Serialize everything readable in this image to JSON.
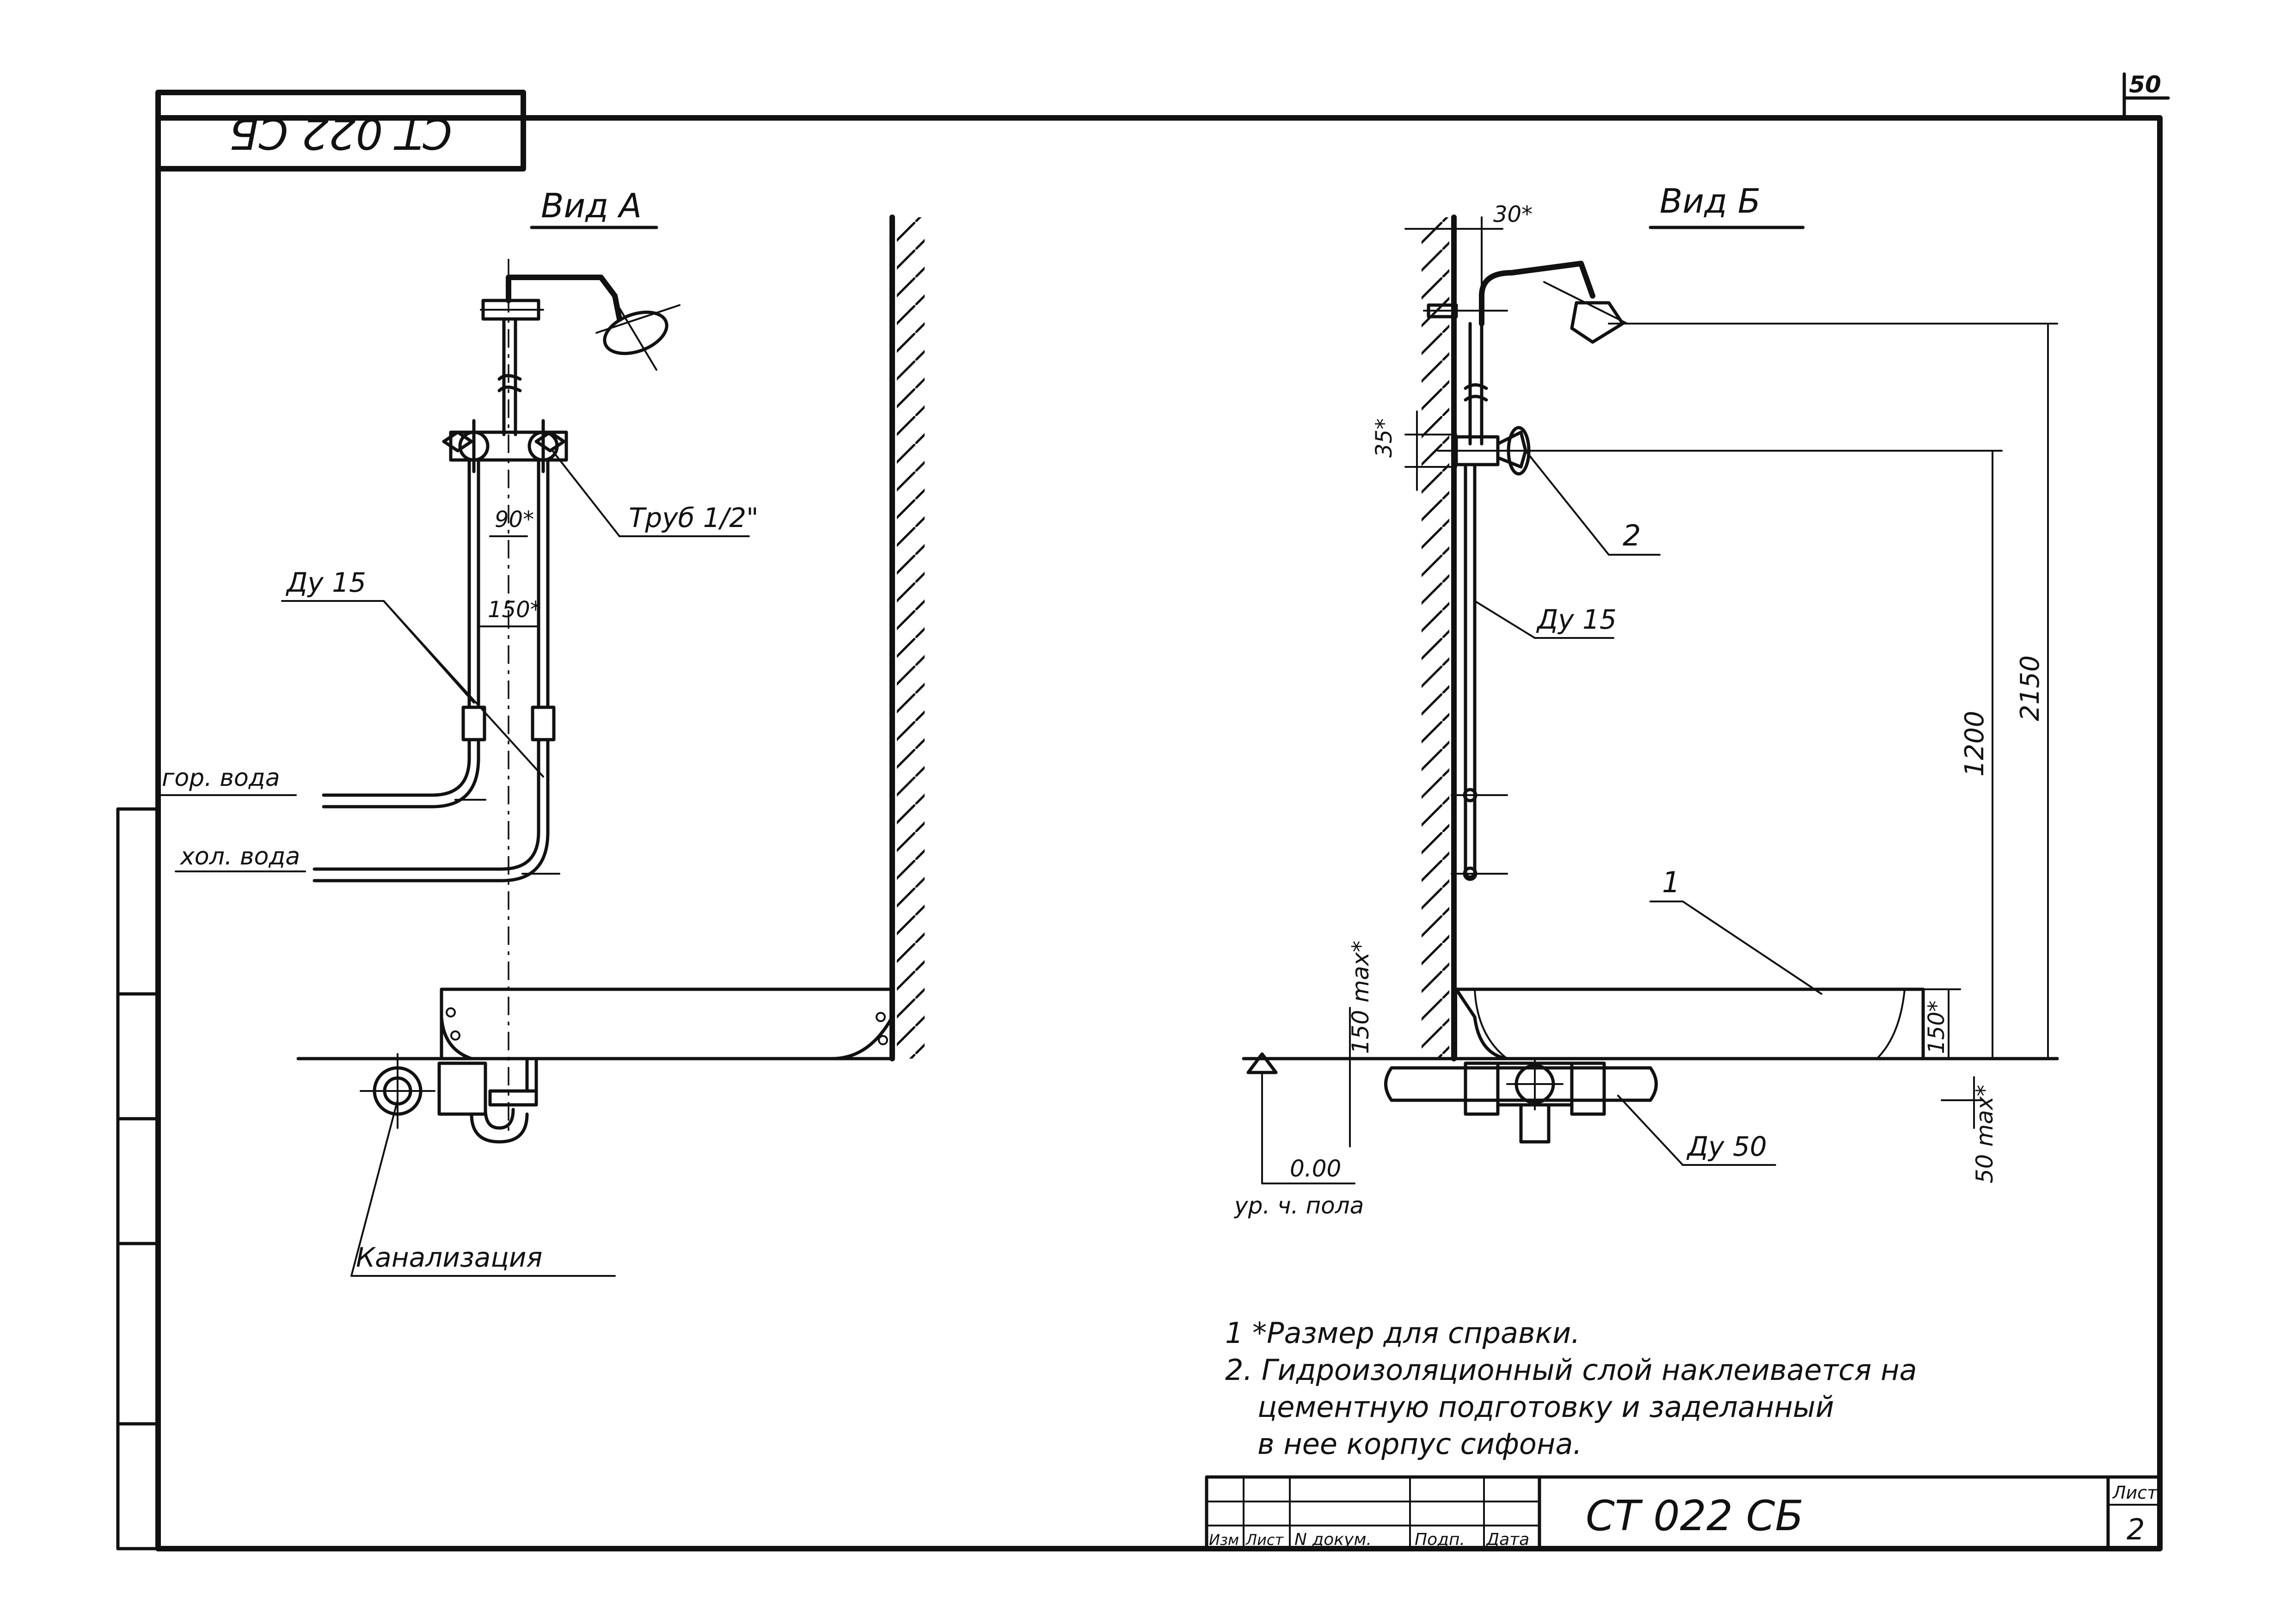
{
  "sheet": {
    "number": "50",
    "mirrored_code": "СТ 022 СБ"
  },
  "view_a": {
    "title": "Вид А",
    "dim_90": "90*",
    "dim_150": "150*",
    "label_pipe": "Труб 1/2\"",
    "label_du15": "Ду 15",
    "label_hot": "гор. вода",
    "label_cold": "хол. вода",
    "label_sewer": "Канализация"
  },
  "view_b": {
    "title": "Вид Б",
    "dim_30": "30*",
    "dim_35": "35*",
    "dim_1200": "1200",
    "dim_2150": "2150",
    "dim_150max": "150 max*",
    "dim_150": "150*",
    "dim_50max": "50 max*",
    "label_du15": "Ду 15",
    "label_du50": "Ду 50",
    "pos_1": "1",
    "pos_2": "2",
    "level_value": "0.00",
    "level_text": "ур. ч. пола"
  },
  "notes": [
    "1  *Размер для справки.",
    "2.  Гидроизоляционный слой наклеивается на",
    "цементную подготовку и заделанный",
    "в нее    корпус сифона."
  ],
  "title_block": {
    "headers": [
      "Изм",
      "Лист",
      "N докум.",
      "Подп.",
      "Дата"
    ],
    "doc_code": "СТ 022 СБ",
    "sheet_label": "Лист",
    "sheet_value": "2"
  }
}
